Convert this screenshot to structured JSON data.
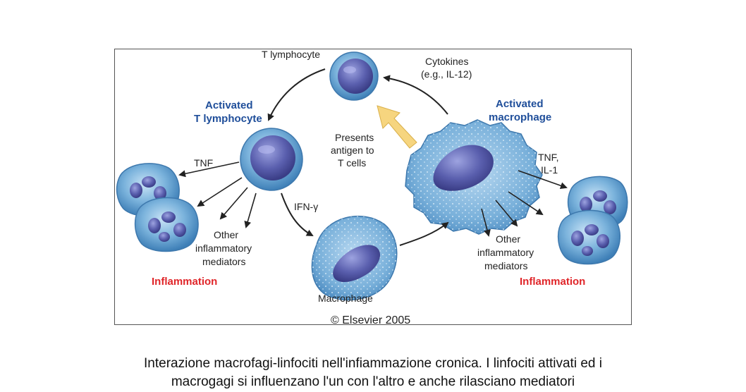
{
  "diagram": {
    "labels": {
      "t_lymphocyte": "T lymphocyte",
      "cytokines_line1": "Cytokines",
      "cytokines_line2": "(e.g., IL-12)",
      "activated_t_line1": "Activated",
      "activated_t_line2": "T lymphocyte",
      "activated_mac_line1": "Activated",
      "activated_mac_line2": "macrophage",
      "presents_line1": "Presents",
      "presents_line2": "antigen to",
      "presents_line3": "T cells",
      "tnf_left": "TNF",
      "tnf_right_line1": "TNF,",
      "tnf_right_line2": "IL-1",
      "ifn": "IFN-γ",
      "other_left_line1": "Other",
      "other_left_line2": "inflammatory",
      "other_left_line3": "mediators",
      "other_right_line1": "Other",
      "other_right_line2": "inflammatory",
      "other_right_line3": "mediators",
      "inflammation_left": "Inflammation",
      "inflammation_right": "Inflammation",
      "macrophage": "Macrophage",
      "copyright": "© Elsevier 2005"
    },
    "colors": {
      "cell_fill": "#7bb3dc",
      "nucleus": "#5a5fae",
      "activated_label": "#1f4e9a",
      "inflammation_label": "#e0262a",
      "presentation_arrow": "#f6d57f"
    }
  },
  "caption": {
    "line1": "Interazione macrofagi-linfociti nell'infiammazione cronica. I linfociti attivati ed i",
    "line2": "macrogagi si influenzano l'un con l'altro e anche rilasciano mediatori"
  }
}
